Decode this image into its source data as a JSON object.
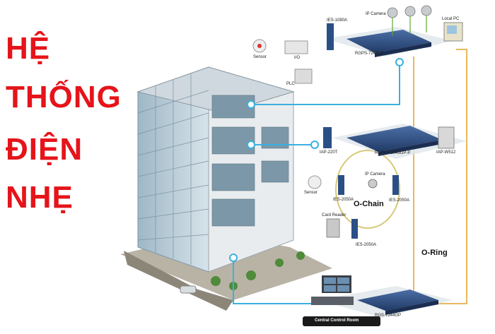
{
  "title": {
    "line1": "HỆ",
    "line2": "THỐNG",
    "line3": "ĐIỆN",
    "line4": "NHẸ"
  },
  "labels": {
    "ip_camera_top": "IP Camera",
    "local_pc": "Local PC",
    "ies_1080a": "IES-1080A",
    "rgps_7244gp_top": "RGPS-7244GP",
    "sensor_top": "Sensor",
    "io": "I/O",
    "plc": "PLC",
    "iap_220t": "IAP-220T",
    "rgps_72043gp": "RGPS-72043GP-P",
    "iap_w512": "IAP-W512",
    "ip_camera_mid": "IP Camera",
    "sensor_mid": "Sensor",
    "ies_2050a_left": "IES-2050A",
    "ies_2050a_right": "IES-2050A",
    "o_chain": "O-Chain",
    "card_reader": "Card Reader",
    "ies_2050a_bottom": "IES-2050A",
    "o_ring": "O-Ring",
    "rgs_7244gp": "RGS-7244GP",
    "central_control_room": "Central Control Room"
  },
  "colors": {
    "title": "#e5141a",
    "network_link": "#3ab0e0",
    "ring_link": "#e8b860",
    "chain_link": "#d8c878"
  }
}
